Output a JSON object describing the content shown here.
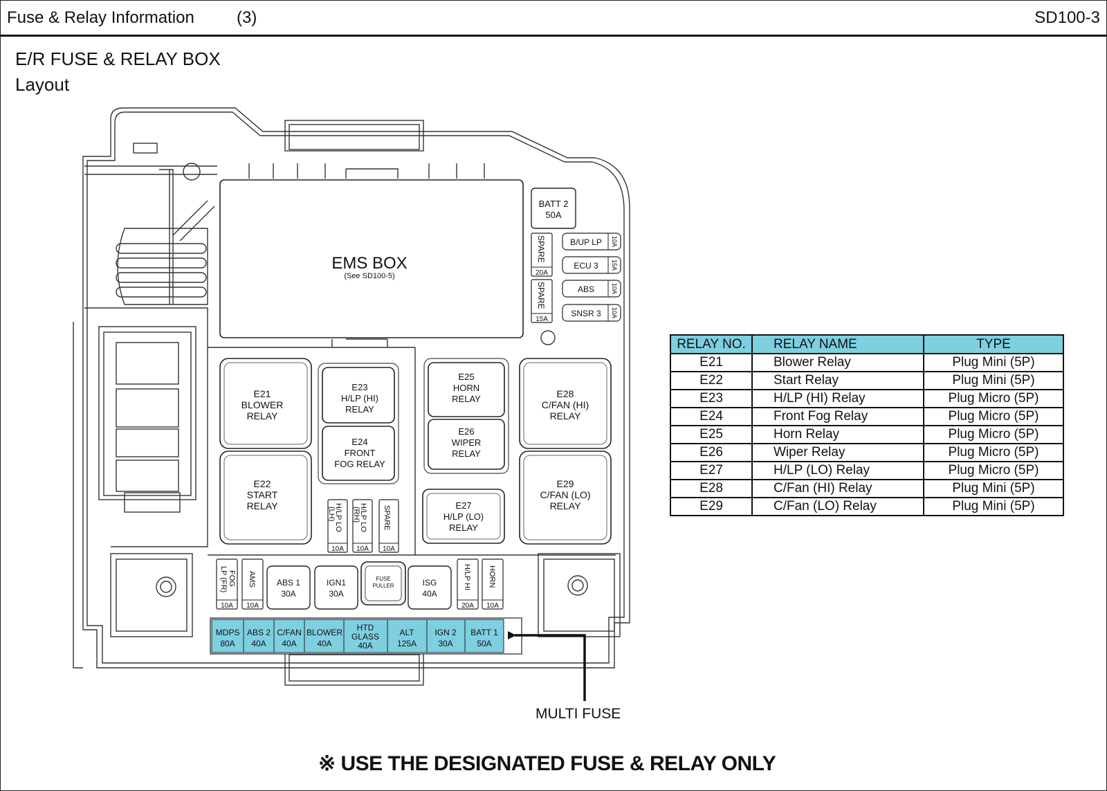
{
  "header": {
    "title": "Fuse & Relay Information",
    "page": "(3)",
    "code": "SD100-3"
  },
  "section": {
    "title": "E/R FUSE & RELAY BOX",
    "subtitle": "Layout"
  },
  "colors": {
    "multi_fuse_fill": "#7ecfe0",
    "table_header_fill": "#7ecfe0",
    "line": "#333333"
  },
  "ems_box": {
    "label": "EMS BOX",
    "note": "(See SD100-5)"
  },
  "batt2": {
    "name": "BATT 2",
    "rating": "50A"
  },
  "spares_top": [
    {
      "name": "SPARE",
      "rating": "20A"
    },
    {
      "name": "SPARE",
      "rating": "15A"
    }
  ],
  "mini_fuses_top": [
    {
      "name": "B/UP LP",
      "rating": "10A"
    },
    {
      "name": "ECU 3",
      "rating": "15A"
    },
    {
      "name": "ABS",
      "rating": "10A"
    },
    {
      "name": "SNSR 3",
      "rating": "10A"
    }
  ],
  "relays": [
    {
      "id": "E21",
      "lines": [
        "BLOWER",
        "RELAY"
      ]
    },
    {
      "id": "E22",
      "lines": [
        "START",
        "RELAY"
      ]
    },
    {
      "id": "E23",
      "lines": [
        "H/LP (HI)",
        "RELAY"
      ]
    },
    {
      "id": "E24",
      "lines": [
        "FRONT",
        "FOG RELAY"
      ]
    },
    {
      "id": "E25",
      "lines": [
        "HORN",
        "RELAY"
      ]
    },
    {
      "id": "E26",
      "lines": [
        "WIPER",
        "RELAY"
      ]
    },
    {
      "id": "E27",
      "lines": [
        "H/LP (LO)",
        "RELAY"
      ]
    },
    {
      "id": "E28",
      "lines": [
        "C/FAN (HI)",
        "RELAY"
      ]
    },
    {
      "id": "E29",
      "lines": [
        "C/FAN (LO)",
        "RELAY"
      ]
    }
  ],
  "mid_fuses": [
    {
      "line1": "H/LP LO",
      "line2": "(LH)",
      "rating": "10A"
    },
    {
      "line1": "H/LP LO",
      "line2": "(RH)",
      "rating": "10A"
    },
    {
      "line1": "SPARE",
      "line2": "",
      "rating": "10A"
    }
  ],
  "bottom_fuses": [
    {
      "line1": "FOG",
      "line2": "LP (FR)",
      "rating": "10A"
    },
    {
      "line1": "AMS",
      "line2": "",
      "rating": "10A"
    }
  ],
  "bottom_fuses_right": [
    {
      "line1": "H/LP HI",
      "line2": "",
      "rating": "20A"
    },
    {
      "line1": "HORN",
      "line2": "",
      "rating": "10A"
    }
  ],
  "cartridges": [
    {
      "name": "ABS 1",
      "rating": "30A"
    },
    {
      "name": "IGN1",
      "rating": "30A"
    },
    {
      "name": "ISG",
      "rating": "40A"
    }
  ],
  "fuse_puller": {
    "line1": "FUSE",
    "line2": "PULLER"
  },
  "multi_fuse": {
    "label": "MULTI FUSE",
    "cells": [
      {
        "lines": [
          "MDPS",
          "80A"
        ]
      },
      {
        "lines": [
          "ABS 2",
          "40A"
        ]
      },
      {
        "lines": [
          "C/FAN",
          "40A"
        ]
      },
      {
        "lines": [
          "BLOWER",
          "40A"
        ]
      },
      {
        "lines": [
          "HTD",
          "GLASS",
          "40A"
        ]
      },
      {
        "lines": [
          "ALT",
          "125A"
        ]
      },
      {
        "lines": [
          "IGN 2",
          "30A"
        ]
      },
      {
        "lines": [
          "BATT 1",
          "50A"
        ]
      }
    ]
  },
  "relay_table": {
    "headers": {
      "no": "RELAY NO.",
      "name": "RELAY NAME",
      "type": "TYPE"
    },
    "rows": [
      {
        "no": "E21",
        "name": "Blower Relay",
        "type": "Plug Mini (5P)"
      },
      {
        "no": "E22",
        "name": "Start Relay",
        "type": "Plug Mini (5P)"
      },
      {
        "no": "E23",
        "name": "H/LP (HI) Relay",
        "type": "Plug Micro (5P)"
      },
      {
        "no": "E24",
        "name": "Front Fog Relay",
        "type": "Plug Micro (5P)"
      },
      {
        "no": "E25",
        "name": "Horn Relay",
        "type": "Plug Micro (5P)"
      },
      {
        "no": "E26",
        "name": "Wiper Relay",
        "type": "Plug Micro (5P)"
      },
      {
        "no": "E27",
        "name": "H/LP (LO) Relay",
        "type": "Plug Micro (5P)"
      },
      {
        "no": "E28",
        "name": "C/Fan (HI) Relay",
        "type": "Plug Mini (5P)"
      },
      {
        "no": "E29",
        "name": "C/Fan (LO) Relay",
        "type": "Plug Mini (5P)"
      }
    ]
  },
  "footer": "※ USE THE DESIGNATED FUSE & RELAY ONLY"
}
